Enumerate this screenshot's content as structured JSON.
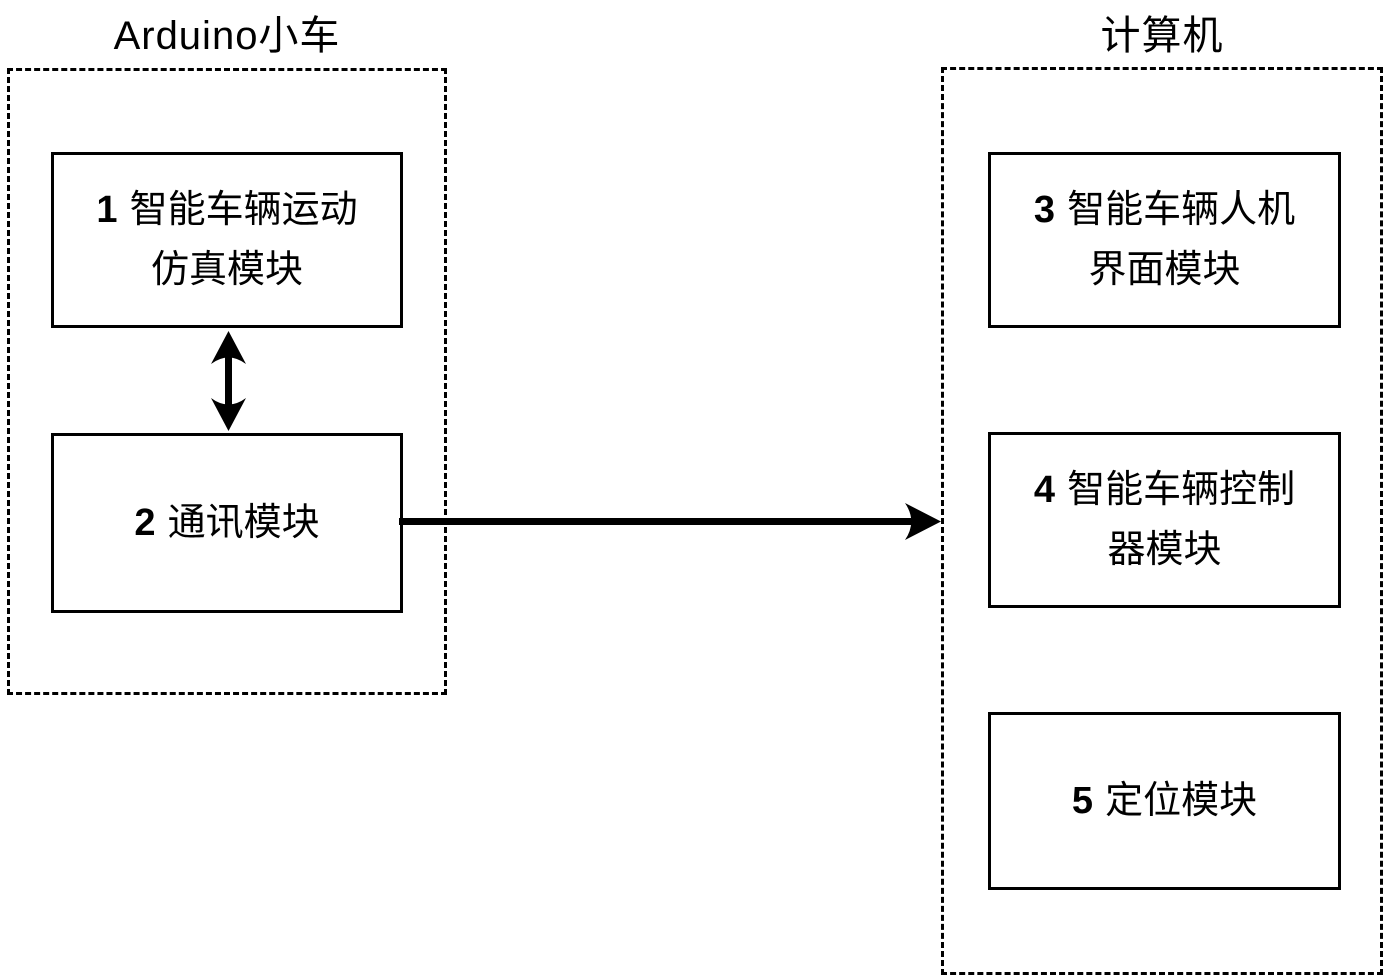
{
  "colors": {
    "ink": "#000000",
    "background": "#ffffff"
  },
  "left_group": {
    "title": "Arduino小车",
    "boxes": [
      {
        "num": "1",
        "line1": "智能车辆运动",
        "line2": "仿真模块"
      },
      {
        "num": "2",
        "line1": "通讯模块",
        "line2": ""
      }
    ]
  },
  "right_group": {
    "title": "计算机",
    "boxes": [
      {
        "num": "3",
        "line1": "智能车辆人机",
        "line2": "界面模块"
      },
      {
        "num": "4",
        "line1": "智能车辆控制",
        "line2": "器模块"
      },
      {
        "num": "5",
        "line1": "定位模块",
        "line2": ""
      }
    ]
  },
  "connections": [
    {
      "from": "module-box-1",
      "to": "module-box-2",
      "style": "double-headed-vertical-arrow"
    },
    {
      "from": "module-box-2",
      "to": "computer-group",
      "style": "single-headed-horizontal-arrow"
    }
  ]
}
